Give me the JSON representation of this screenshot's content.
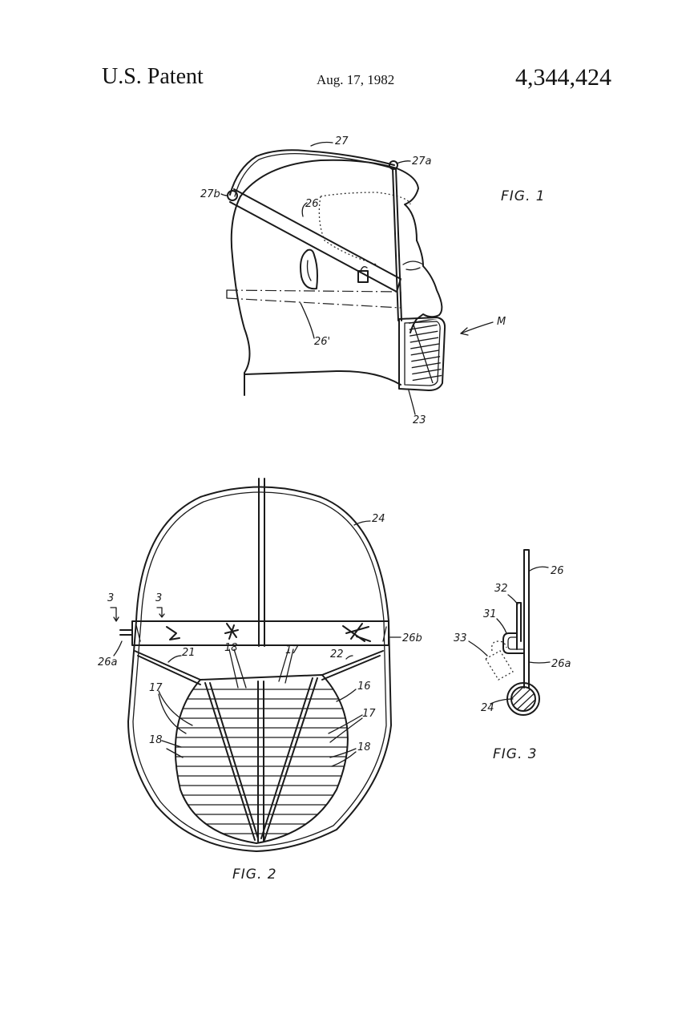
{
  "header": {
    "left": "U.S. Patent",
    "date": "Aug. 17, 1982",
    "number": "4,344,424"
  },
  "fig1": {
    "caption": "FIG. 1",
    "refs": {
      "r27": "27",
      "r27a": "27a",
      "r27b": "27b",
      "r26": "26",
      "r26p": "26'",
      "rM": "M",
      "r23": "23"
    }
  },
  "fig2": {
    "caption": "FIG. 2",
    "refs": {
      "r24": "24",
      "r3a": "3",
      "r3b": "3",
      "r26a": "26a",
      "r26b": "26b",
      "r21": "21",
      "r22": "22",
      "r18a": "18",
      "r17a": "17",
      "r16": "16",
      "r17b": "17",
      "r18b": "18",
      "r17c": "17",
      "r18c": "18"
    }
  },
  "fig3": {
    "caption": "FIG. 3",
    "refs": {
      "r26": "26",
      "r32": "32",
      "r31": "31",
      "r33": "33",
      "r26a": "26a",
      "r24": "24"
    }
  }
}
